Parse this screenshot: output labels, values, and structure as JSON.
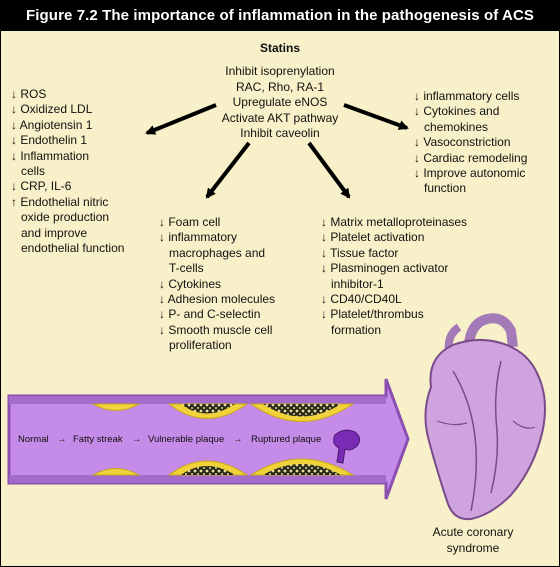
{
  "title": "Figure 7.2 The importance of inflammation in the pathogenesis of ACS",
  "statins": {
    "title": "Statins",
    "actions": [
      "Inhibit isoprenylation",
      "RAC, Rho, RA-1",
      "Upregulate eNOS",
      "Activate AKT pathway",
      "Inhibit caveolin"
    ]
  },
  "left_effects": [
    {
      "text": "↓ ROS",
      "indent": false
    },
    {
      "text": "↓ Oxidized LDL",
      "indent": false
    },
    {
      "text": "↓ Angiotensin 1",
      "indent": false
    },
    {
      "text": "↓ Endothelin 1",
      "indent": false
    },
    {
      "text": "↓ Inflammation",
      "indent": false
    },
    {
      "text": "cells",
      "indent": true
    },
    {
      "text": "↓ CRP, IL-6",
      "indent": false
    },
    {
      "text": "↑ Endothelial nitric",
      "indent": false
    },
    {
      "text": "oxide production",
      "indent": true
    },
    {
      "text": "and improve",
      "indent": true
    },
    {
      "text": "endothelial function",
      "indent": true
    }
  ],
  "right_effects": [
    {
      "text": "↓ inflammatory cells",
      "indent": false
    },
    {
      "text": "↓ Cytokines and",
      "indent": false
    },
    {
      "text": "chemokines",
      "indent": true
    },
    {
      "text": "↓ Vasoconstriction",
      "indent": false
    },
    {
      "text": "↓ Cardiac remodeling",
      "indent": false
    },
    {
      "text": "↓ Improve autonomic",
      "indent": false
    },
    {
      "text": "function",
      "indent": true
    }
  ],
  "center_left_effects": [
    {
      "text": "↓ Foam cell",
      "indent": false
    },
    {
      "text": "↓ inflammatory",
      "indent": false
    },
    {
      "text": "macrophages and",
      "indent": true
    },
    {
      "text": "T-cells",
      "indent": true
    },
    {
      "text": "↓ Cytokines",
      "indent": false
    },
    {
      "text": "↓ Adhesion molecules",
      "indent": false
    },
    {
      "text": "↓ P- and C-selectin",
      "indent": false
    },
    {
      "text": "↓ Smooth muscle cell",
      "indent": false
    },
    {
      "text": "proliferation",
      "indent": true
    }
  ],
  "center_right_effects": [
    {
      "text": "↓ Matrix metalloproteinases",
      "indent": false
    },
    {
      "text": "↓ Platelet activation",
      "indent": false
    },
    {
      "text": "↓ Tissue factor",
      "indent": false
    },
    {
      "text": "↓ Plasminogen activator",
      "indent": false
    },
    {
      "text": "inhibitor-1",
      "indent": true
    },
    {
      "text": "↓ CD40/CD40L",
      "indent": false
    },
    {
      "text": "↓ Platelet/thrombus",
      "indent": false
    },
    {
      "text": "formation",
      "indent": true
    }
  ],
  "progression": {
    "stages": [
      "Normal",
      "Fatty streak",
      "Vulnerable plaque",
      "Ruptured plaque"
    ],
    "arrow_glyph": "→"
  },
  "heart_caption": [
    "Acute coronary",
    "syndrome"
  ],
  "colors": {
    "background": "#f8f0c8",
    "title_bar": "#000000",
    "vessel_lumen": "#c58be8",
    "vessel_wall": "#8a4fb0",
    "plaque": "#f1d23a",
    "plaque_core": "#2a2a1a",
    "heart": "#cfa3dd",
    "thrombus": "#7a2bb5"
  }
}
